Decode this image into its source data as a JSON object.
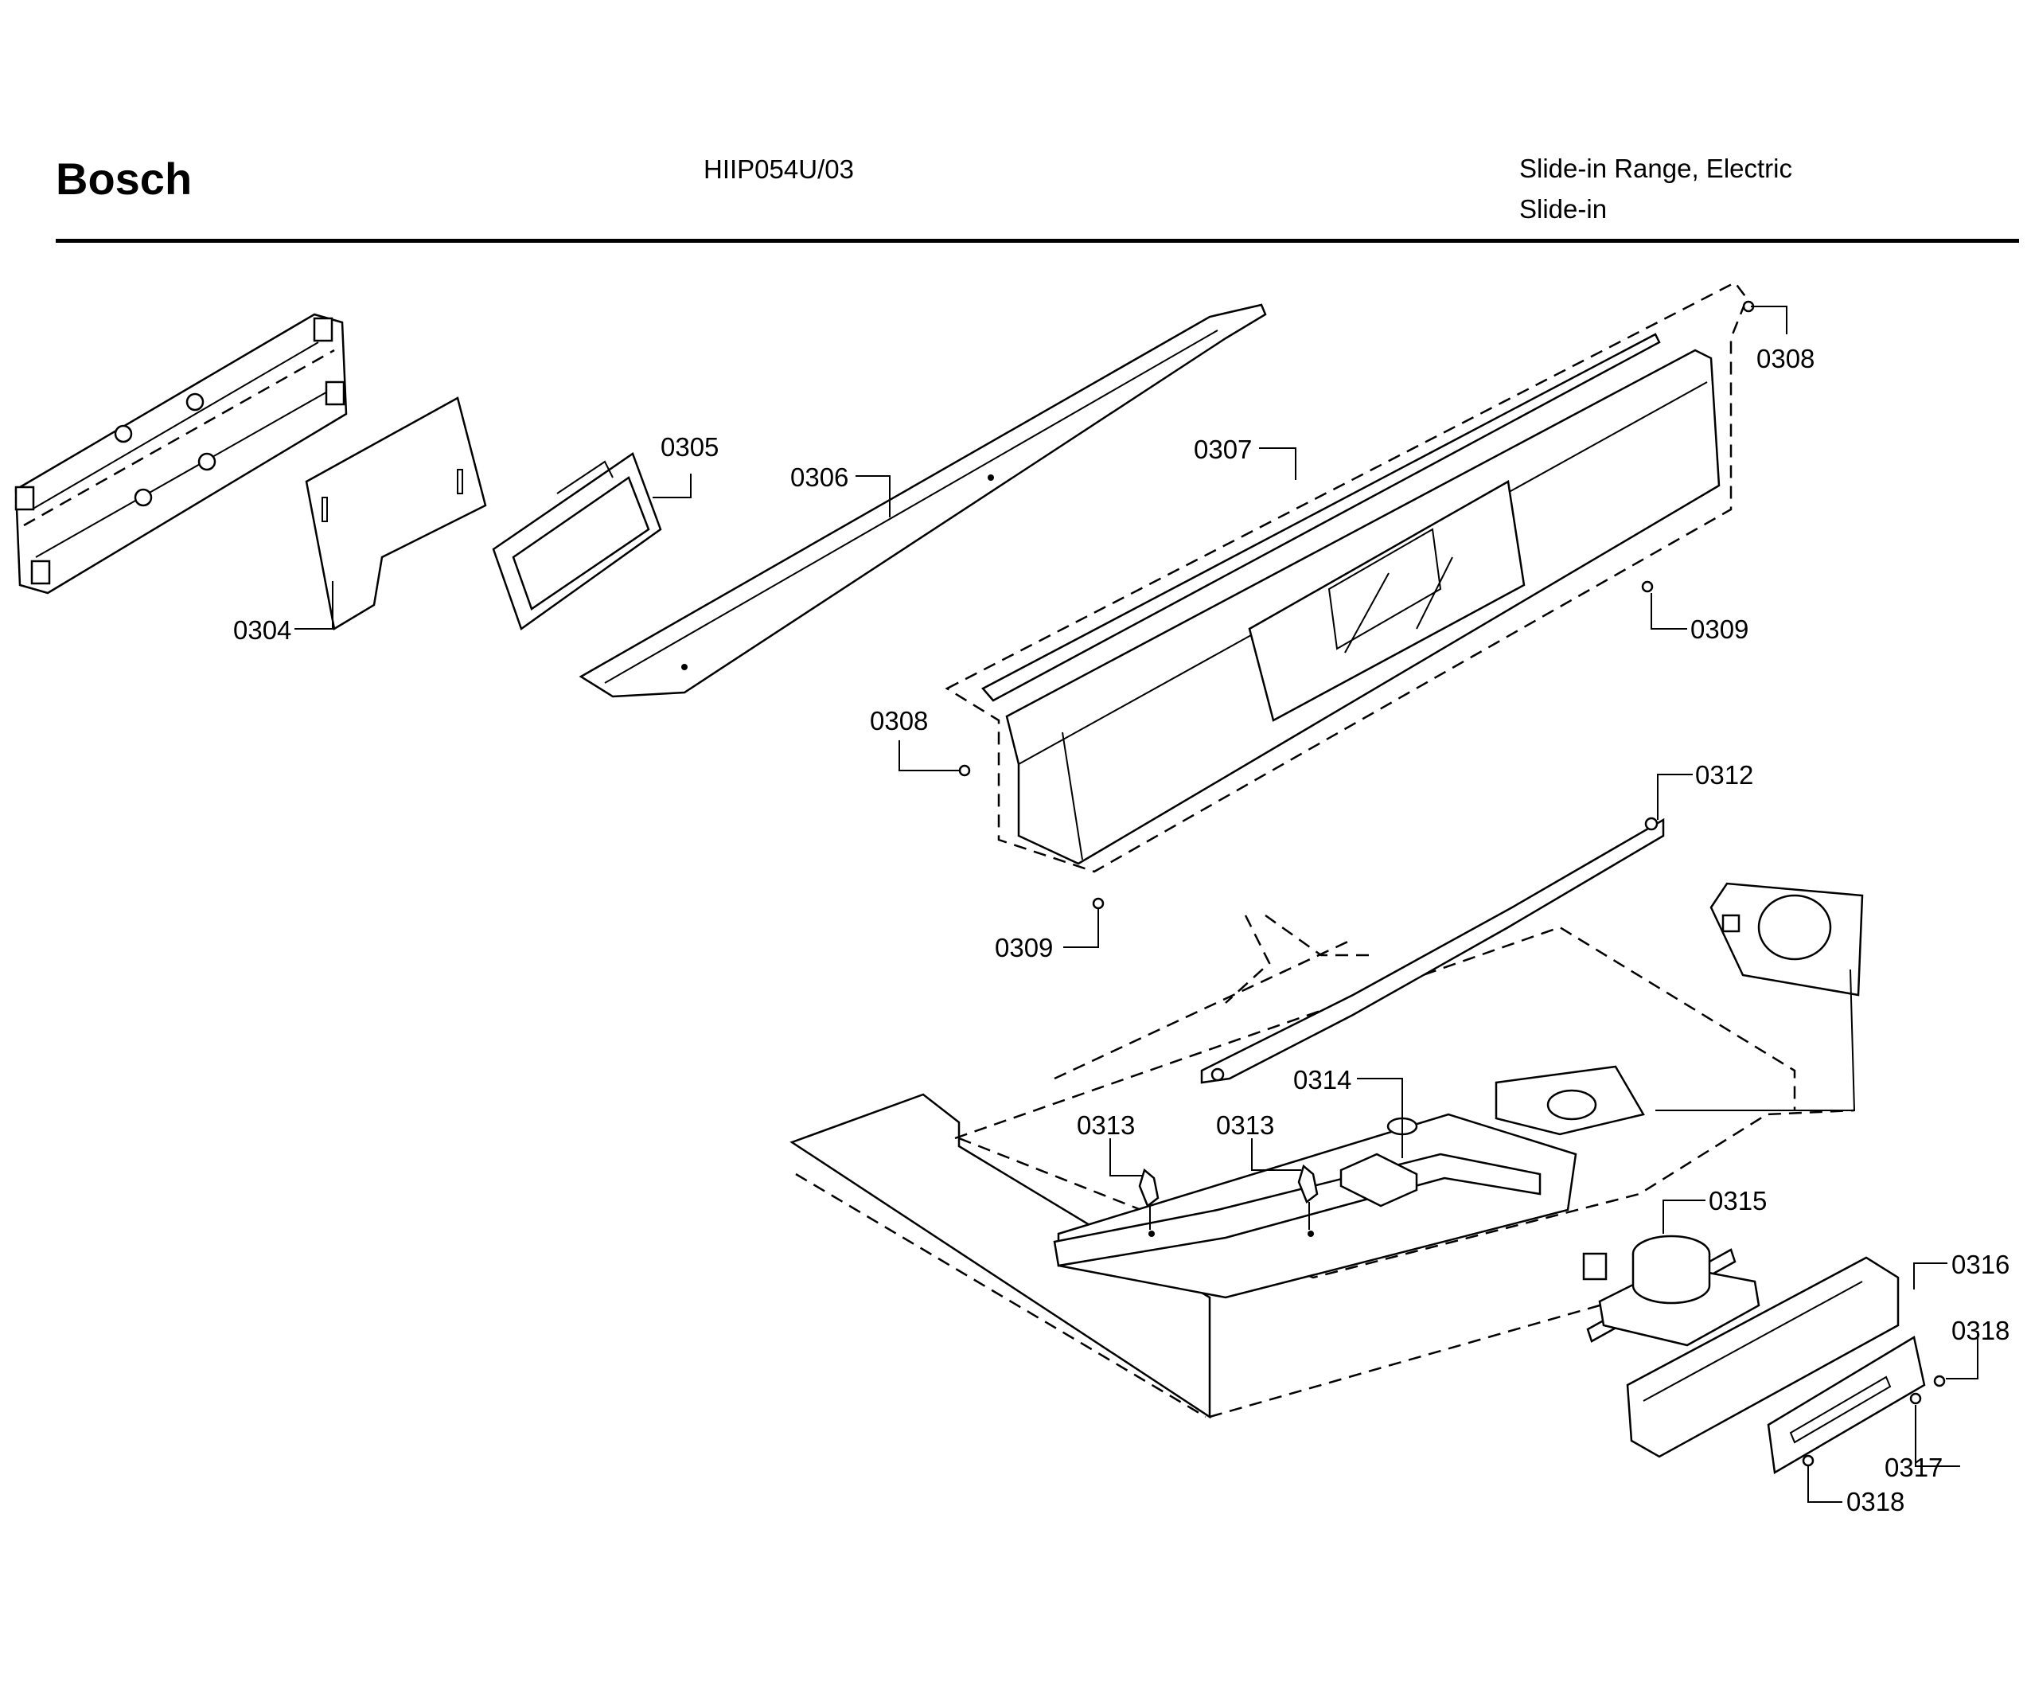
{
  "header": {
    "brand": "Bosch",
    "model": "HIIP054U/03",
    "product_type": "Slide-in Range, Electric",
    "sub_type": "Slide-in"
  },
  "callouts": {
    "c0304": "0304",
    "c0305": "0305",
    "c0306": "0306",
    "c0307": "0307",
    "c0308a": "0308",
    "c0308b": "0308",
    "c0309a": "0309",
    "c0309b": "0309",
    "c0312": "0312",
    "c0313a": "0313",
    "c0313b": "0313",
    "c0314": "0314",
    "c0315": "0315",
    "c0316": "0316",
    "c0317": "0317",
    "c0318a": "0318",
    "c0318b": "0318"
  }
}
